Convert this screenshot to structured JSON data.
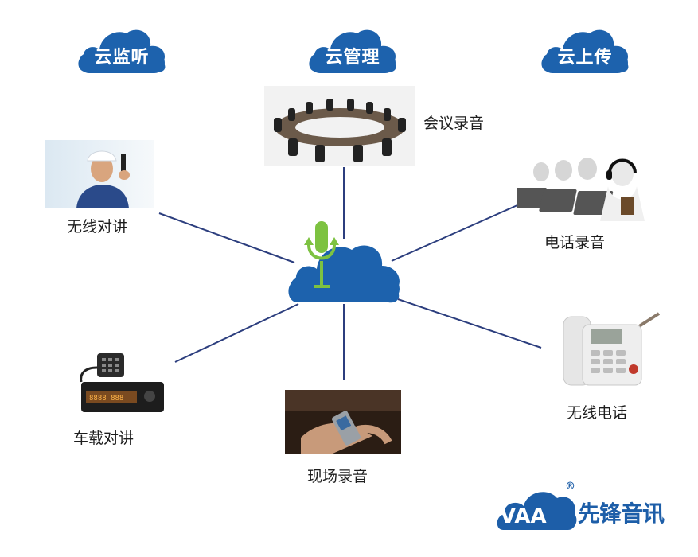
{
  "badges": {
    "monitor": "云监听",
    "manage": "云管理",
    "upload": "云上传"
  },
  "nodes": {
    "conference": "会议录音",
    "walkie_talkie": "无线对讲",
    "phone_recording": "电话录音",
    "vehicle_radio": "车载对讲",
    "wireless_phone": "无线电话",
    "field_recording": "现场录音"
  },
  "logo": {
    "mark": "VAA",
    "registered": "®",
    "brand_name": "先锋音讯"
  },
  "colors": {
    "cloud_blue": "#1d62ad",
    "line_blue": "#2c3e7e",
    "mic_green": "#7dc241"
  }
}
